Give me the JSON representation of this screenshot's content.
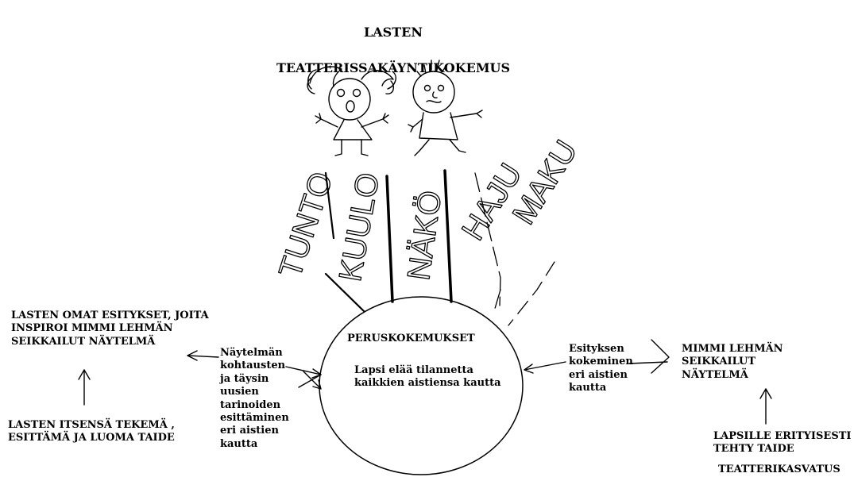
{
  "title": {
    "line1": "LASTEN",
    "line2": "TEATTERISSAKÄYNTIKOKEMUS"
  },
  "senses": [
    "TUNTO",
    "KUULO",
    "NÄKÖ",
    "HAJU",
    "MAKU"
  ],
  "center": {
    "heading": "PERUSKOKEMUKSET",
    "body": "Lapsi elää tilannetta\nkaikkien aistiensa kautta"
  },
  "left": {
    "top_box": "LASTEN OMAT ESITYKSET, JOITA\nINSPIROI MIMMI LEHMÄN\nSEIKKAILUT NÄYTELMÄ",
    "middle_label": "Näytelmän\nkohtausten\nja täysin\nuusien\ntarinoiden\nesittäminen\neri aistien\nkautta",
    "bottom_box": "LASTEN ITSENSÄ TEKEMÄ ,\nESITTÄMÄ JA LUOMA TAIDE"
  },
  "right": {
    "middle_label": "Esityksen\nkokeminen\neri aistien\nkautta",
    "top_box": "MIMMI LEHMÄN SEIKKAILUT\nNÄYTELMÄ",
    "bottom_box": "LAPSILLE ERITYISESTI\nTEHTY TAIDE",
    "footer": "TEATTERIKASVATUS"
  },
  "colors": {
    "ink": "#000000",
    "background": "#ffffff"
  }
}
